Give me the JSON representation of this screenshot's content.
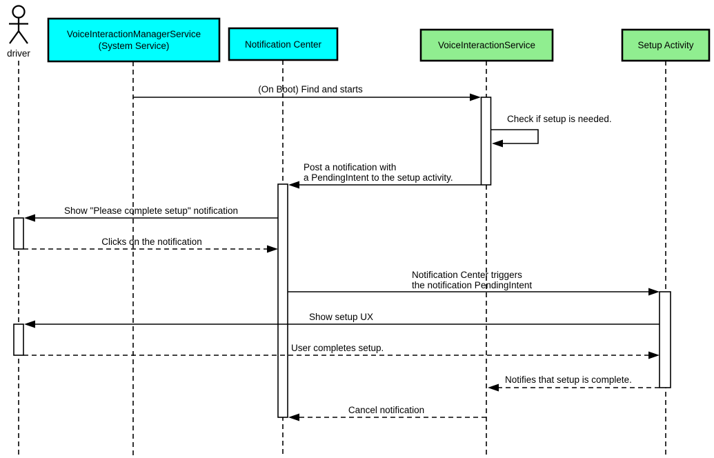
{
  "diagram": {
    "type": "uml-sequence-diagram",
    "colors": {
      "system_service_box": "#00FFFF",
      "app_component_box": "#90EE90",
      "line": "#000000",
      "background": "#ffffff"
    },
    "participants": [
      {
        "name": "driver",
        "kind": "actor",
        "label": "driver"
      },
      {
        "name": "voice-interaction-manager-service",
        "kind": "object",
        "label_line1": "VoiceInteractionManagerService",
        "label_line2": "(System Service)",
        "color": "#00FFFF"
      },
      {
        "name": "notification-center",
        "kind": "object",
        "label": "Notification Center",
        "color": "#00FFFF"
      },
      {
        "name": "voice-interaction-service",
        "kind": "object",
        "label": "VoiceInteractionService",
        "color": "#90EE90"
      },
      {
        "name": "setup-activity",
        "kind": "object",
        "label": "Setup Activity",
        "color": "#90EE90"
      }
    ],
    "messages": [
      {
        "from": "VoiceInteractionManagerService",
        "to": "VoiceInteractionService",
        "style": "solid",
        "label": "(On Boot) Find and starts"
      },
      {
        "from": "VoiceInteractionService",
        "to": "VoiceInteractionService",
        "style": "solid",
        "label": "Check if setup is needed."
      },
      {
        "from": "VoiceInteractionService",
        "to": "Notification Center",
        "style": "solid",
        "lines": [
          "Post a notification with",
          "a PendingIntent to the setup activity."
        ]
      },
      {
        "from": "Notification Center",
        "to": "driver",
        "style": "solid",
        "label": "Show \"Please complete setup\" notification"
      },
      {
        "from": "driver",
        "to": "Notification Center",
        "style": "dashed",
        "label": "Clicks on the notification"
      },
      {
        "from": "Notification Center",
        "to": "Setup Activity",
        "style": "solid",
        "lines": [
          "Notification Center triggers",
          "the notification PendingIntent"
        ]
      },
      {
        "from": "Setup Activity",
        "to": "driver",
        "style": "solid",
        "label": "Show setup UX"
      },
      {
        "from": "driver",
        "to": "Setup Activity",
        "style": "dashed",
        "label": "User completes setup."
      },
      {
        "from": "Setup Activity",
        "to": "VoiceInteractionService",
        "style": "dashed",
        "label": "Notifies that setup is complete."
      },
      {
        "from": "VoiceInteractionService",
        "to": "Notification Center",
        "style": "dashed",
        "label": "Cancel notification"
      }
    ]
  }
}
